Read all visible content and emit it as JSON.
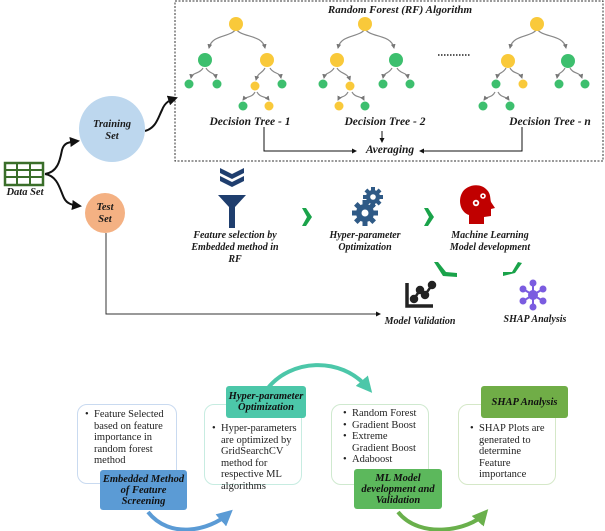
{
  "top": {
    "rf_title": "Random Forest (RF) Algorithm",
    "trees": [
      {
        "label": "Decision Tree - 1"
      },
      {
        "label": "Decision Tree - 2"
      },
      {
        "label": "Decision Tree - n"
      }
    ],
    "ellipsis": "..........",
    "averaging": "Averaging",
    "data_set": "Data Set",
    "training_set": [
      "Training",
      "Set"
    ],
    "test_set": [
      "Test",
      "Set"
    ],
    "steps": {
      "feature_selection": [
        "Feature selection by",
        "Embedded method in",
        "RF"
      ],
      "hyper_param": [
        "Hyper-parameter",
        "Optimization"
      ],
      "ml_dev": [
        "Machine Learning",
        "Model development"
      ],
      "validation": "Model Validation",
      "shap": "SHAP Analysis"
    },
    "colors": {
      "node_yellow": "#f9c93a",
      "node_green": "#3dbf6e",
      "training": "#bdd7ee",
      "test": "#f4b183",
      "dataset": "#3a6e2a",
      "funnel": "#1f3e6e",
      "gear": "#2f5a86",
      "head": "#c00000",
      "chevron": "#1aa34a",
      "shap_icon": "#7b5ce0"
    }
  },
  "bottom": {
    "cards": [
      {
        "items": [
          "Feature Selected based on feature importance in random forest method"
        ],
        "tag": "Embedded Method of Feature Screening",
        "tag_color": "#5b9bd5",
        "border": "#c9daf0"
      },
      {
        "items": [
          "Hyper-parameters are optimized by GridSearchCV method for respective ML algorithms"
        ],
        "tag": "Hyper-parameter Optimization",
        "tag_color": "#4cc7a9",
        "border": "#c7ece1"
      },
      {
        "items": [
          "Random Forest",
          "Gradient Boost",
          "Extreme Gradient Boost",
          "Adaboost"
        ],
        "tag": "ML Model development and Validation",
        "tag_color": "#5cb85c",
        "border": "#cfe9cf"
      },
      {
        "items": [
          "SHAP Plots are generated to determine Feature importance"
        ],
        "tag": "SHAP Analysis",
        "tag_color": "#70ad47",
        "border": "#d5e8c8"
      }
    ],
    "arrow_colors": [
      "#5b9bd5",
      "#4cc7a9",
      "#6ab04c"
    ]
  }
}
